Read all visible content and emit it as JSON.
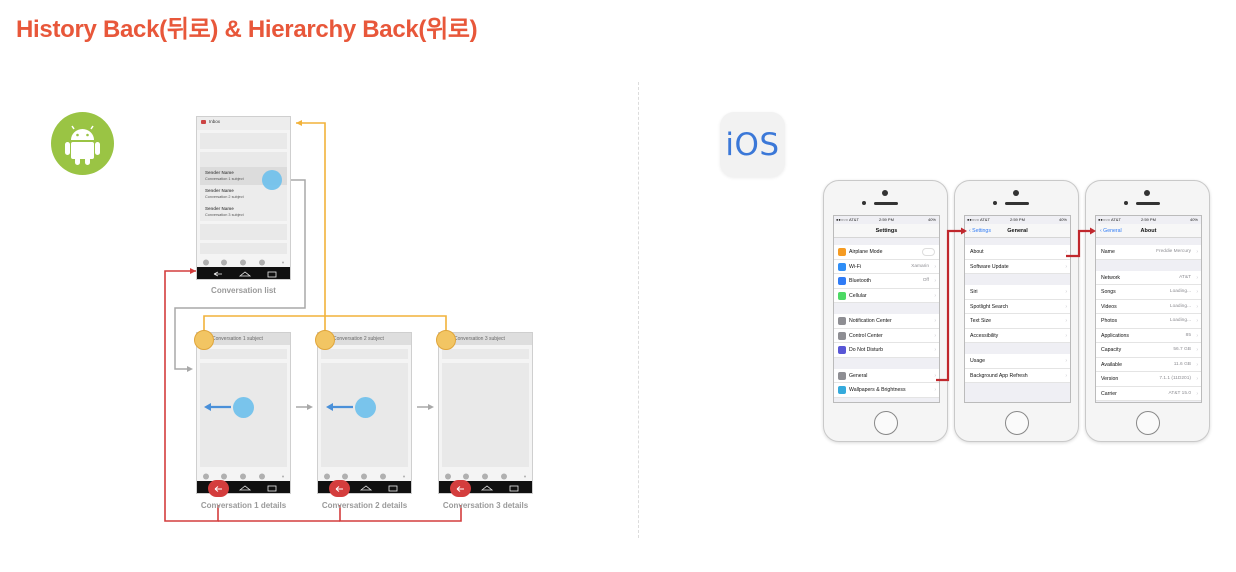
{
  "title": "History Back(뒤로) & Hierarchy Back(위로)",
  "colors": {
    "title": "#e8573a",
    "history": "#f2b23a",
    "hierarchy": "#d43d3d",
    "android": "#9ac444",
    "ios_accent": "#2f7bf6"
  },
  "android": {
    "logo_icon": "android-icon",
    "list_screen": {
      "app_title": "Inbox",
      "caption": "Conversation list",
      "senders": [
        {
          "name": "Sender Name",
          "subject": "Conversation 1 subject"
        },
        {
          "name": "Sender Name",
          "subject": "Conversation 2 subject"
        },
        {
          "name": "Sender Name",
          "subject": "Conversation 3 subject"
        }
      ]
    },
    "details": [
      {
        "subject": "Conversation 1 subject",
        "caption": "Conversation 1 details"
      },
      {
        "subject": "Conversation 2 subject",
        "caption": "Conversation 2 details"
      },
      {
        "subject": "Conversation 3 subject",
        "caption": "Conversation 3 details"
      }
    ]
  },
  "ios": {
    "logo_text": "iOS",
    "status": {
      "carrier": "●●○○○ AT&T",
      "time": "2:59 PM",
      "battery": "40%"
    },
    "settings": {
      "title": "Settings",
      "groups": [
        [
          {
            "label": "Airplane Mode",
            "value": "",
            "color": "#f59b22"
          },
          {
            "label": "Wi-Fi",
            "value": "Xamarin",
            "color": "#2f8ef6"
          },
          {
            "label": "Bluetooth",
            "value": "Off",
            "color": "#2f7bf6"
          },
          {
            "label": "Cellular",
            "value": "",
            "color": "#4cd964"
          }
        ],
        [
          {
            "label": "Notification Center",
            "value": "",
            "color": "#8e8e93"
          },
          {
            "label": "Control Center",
            "value": "",
            "color": "#8e8e93"
          },
          {
            "label": "Do Not Disturb",
            "value": "",
            "color": "#5856d6"
          }
        ],
        [
          {
            "label": "General",
            "value": "",
            "color": "#8e8e93"
          },
          {
            "label": "Wallpapers & Brightness",
            "value": "",
            "color": "#34aadc"
          }
        ]
      ]
    },
    "general": {
      "title": "General",
      "back": "Settings",
      "groups": [
        [
          {
            "label": "About"
          },
          {
            "label": "Software Update"
          }
        ],
        [
          {
            "label": "Siri"
          },
          {
            "label": "Spotlight Search"
          },
          {
            "label": "Text Size"
          },
          {
            "label": "Accessibility"
          }
        ],
        [
          {
            "label": "Usage"
          },
          {
            "label": "Background App Refresh"
          }
        ]
      ]
    },
    "about": {
      "title": "About",
      "back": "General",
      "groups": [
        [
          {
            "label": "Name",
            "value": "Freddie Mercury"
          }
        ],
        [
          {
            "label": "Network",
            "value": "AT&T"
          },
          {
            "label": "Songs",
            "value": "Loading..."
          },
          {
            "label": "Videos",
            "value": "Loading..."
          },
          {
            "label": "Photos",
            "value": "Loading..."
          },
          {
            "label": "Applications",
            "value": "85"
          },
          {
            "label": "Capacity",
            "value": "56.7 GB"
          },
          {
            "label": "Available",
            "value": "11.6 GB"
          },
          {
            "label": "Version",
            "value": "7.1.1 (11D201)"
          },
          {
            "label": "Carrier",
            "value": "AT&T 15.0"
          }
        ]
      ]
    }
  }
}
